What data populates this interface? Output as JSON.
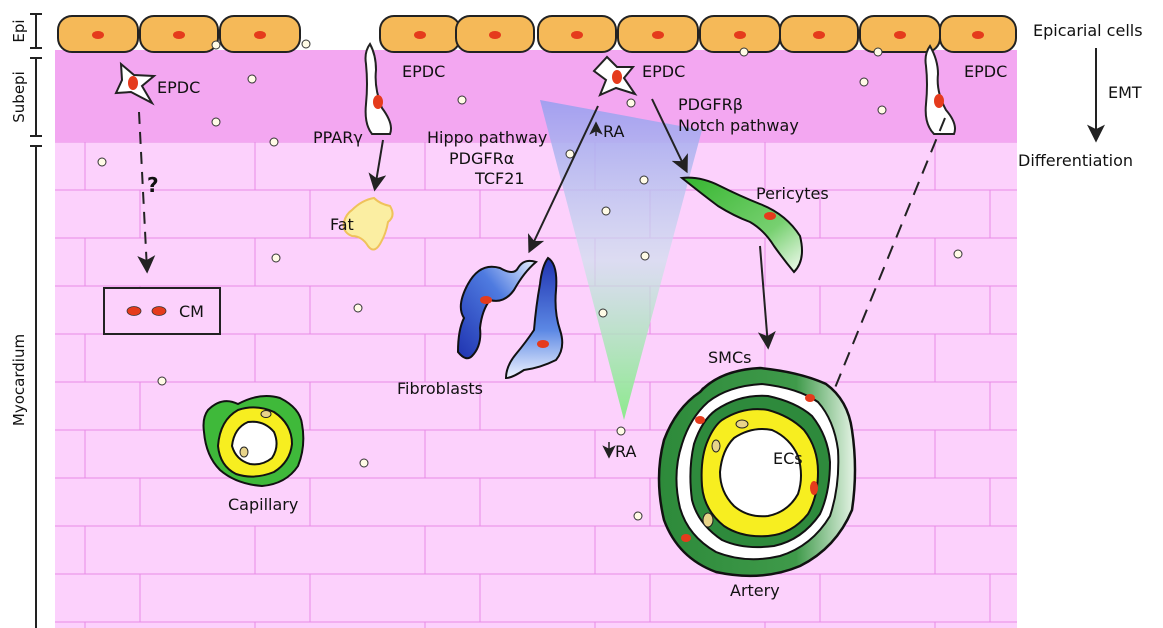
{
  "layers": {
    "epi": "Epi",
    "subepi": "Subepi",
    "myocardium": "Myocardium"
  },
  "process": {
    "top": "Epicarial cells",
    "middle": "EMT",
    "bottom": "Differentiation"
  },
  "cells": {
    "epdc": "EPDC",
    "cm": "CM",
    "unknown": "?",
    "fat": "Fat",
    "fibroblasts": "Fibroblasts",
    "pericytes": "Pericytes",
    "smcs": "SMCs",
    "ecs": "ECs",
    "artery": "Artery",
    "capillary": "Capillary"
  },
  "signals": {
    "ppar": "PPARγ",
    "hippo": "Hippo pathway",
    "pdgfra": "PDGFRα",
    "tcf21": "TCF21",
    "pdgfrb": "PDGFRβ",
    "notch": "Notch pathway",
    "ra_high": "RA",
    "ra_low": "RA"
  },
  "colors": {
    "myocardium": "#fcd1fc",
    "subepi": "#f3a6f0",
    "brick_line": "#e88ae6",
    "epicardial_cell": "#f5b958",
    "nucleus": "#e53b1c",
    "fat": "#fbeea2",
    "fibroblast": "#2b47c7",
    "pericyte": "#3fb93a",
    "smc": "#2e8a3c",
    "endothelial": "#f7ee20",
    "ra_gradient_top": "#a1a1f2",
    "ra_gradient_bottom": "#8deb8d"
  }
}
